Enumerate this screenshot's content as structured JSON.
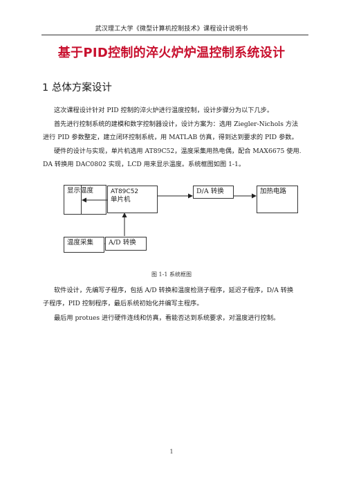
{
  "header": {
    "text": "武汉理工大学《微型计算机控制技术》课程设计说明书"
  },
  "title": "基于PID控制的淬火炉炉温控制系统设计",
  "section": {
    "heading": "1 总体方案设计"
  },
  "paragraphs": [
    [
      "这次课程设计针对 PID 控制的淬火炉进行温度控制，设计步骤分为以下几步。"
    ],
    [
      "首先进行控制系统的建模和数字控制器设计，设计方案为：选用 Ziegler-Nichols 方法",
      "进行 PID 参数整定，建立闭环控制系统，用 MATLAB 仿真，得到达到要求的 PID 参数。"
    ],
    [
      "硬件的设计与实现，单片机选用 AT89C52，温度采集用热电偶，配合 MAX6675 使用.",
      "DA 转换用 DAC0802 实现，LCD 用来显示温度。系统框图如图 1-1。"
    ]
  ],
  "diagram": {
    "display": "显示温度",
    "mcu_line1": "AT89C52",
    "mcu_line2": "单片机",
    "da": "D/A 转换",
    "heater": "加热电路",
    "sampling": "温度采集",
    "ad": "A/D 转换"
  },
  "caption": "图 1-1  系统框图",
  "paragraphs2": [
    [
      "软件设计，先编写子程序，包括 A/D 转换和温度检测子程序，延迟子程序，D/A 转换",
      "子程序，PID 控制程序，最后系统初始化并编写主程序。"
    ],
    [
      "最后用 protues 进行硬件连线和仿真，看能否达到系统要求，对温度进行控制。"
    ]
  ],
  "page_number": "1",
  "colors": {
    "title": "#c8102e"
  }
}
